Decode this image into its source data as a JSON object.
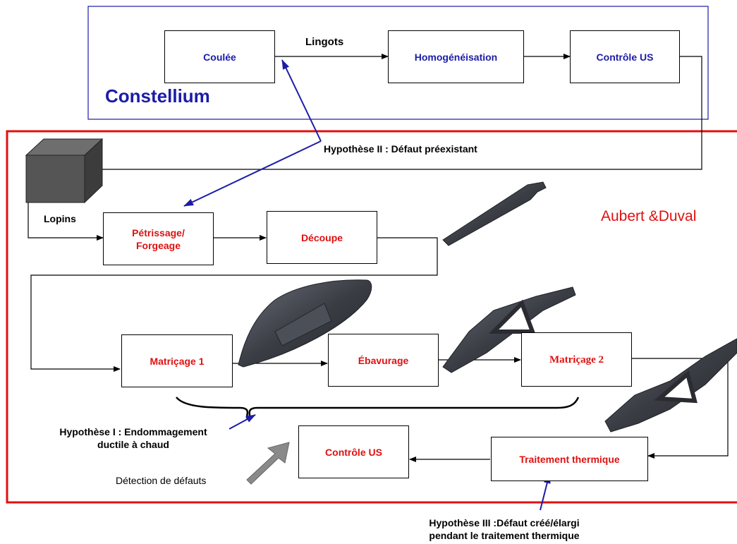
{
  "constellium": {
    "name": "Constellium",
    "steps": {
      "coulee": "Coulée",
      "homogeneisation": "Homogénéisation",
      "controle_us": "Contrôle US"
    },
    "edge_lingots": "Lingots"
  },
  "aubert_duval": {
    "name": "Aubert &Duval",
    "edge_lopins": "Lopins",
    "steps": {
      "petrissage_line1": "Pétrissage/",
      "petrissage_line2": "Forgeage",
      "decoupe": "Découpe",
      "matricage1": "Matriçage 1",
      "ebavurage": "Ébavurage",
      "matricage2": "Matriçage 2",
      "traitement_thermique": "Traitement thermique",
      "controle_us": "Contrôle US"
    }
  },
  "hypotheses": {
    "h1_line1": "Hypothèse I : Endommagement",
    "h1_line2": "ductile à chaud",
    "h2": "Hypothèse II : Défaut préexistant",
    "h3_line1": "Hypothèse III :Défaut créé/élargi",
    "h3_line2": "pendant le traitement thermique"
  },
  "detection_label": "Détection de défauts",
  "colors": {
    "blue": "#1c1ca8",
    "red": "#e01010",
    "part_dark": "#3a3d44",
    "block_gray": "#555555",
    "arrow_gray": "#8a8a8a"
  }
}
